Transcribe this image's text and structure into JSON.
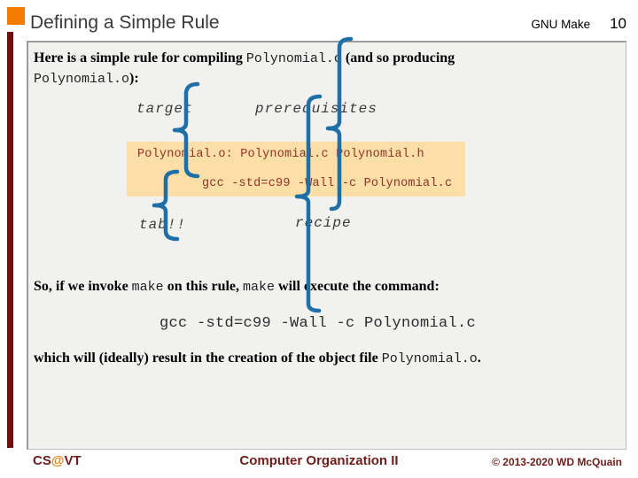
{
  "slide": {
    "title": "Defining a Simple Rule",
    "header_right": {
      "context": "GNU Make",
      "page": "10"
    },
    "intro": {
      "line1_serif": "Here is a simple rule for compiling ",
      "line1_code": "Polynomial.c",
      "line1_serif2": " (and so producing",
      "line2_code": "Polynomial.o",
      "line2_serif": "):"
    },
    "annotations": {
      "target": "target",
      "prerequisites": "prerequisites",
      "tab": "tab!!",
      "recipe": "recipe"
    },
    "rule_box": {
      "target_line": "Polynomial.o: Polynomial.c Polynomial.h",
      "recipe_line": "gcc -std=c99 -Wall -c Polynomial.c"
    },
    "invoke": {
      "part1": "So, if we invoke ",
      "code1": "make",
      "part2": " on this rule, ",
      "code2": "make",
      "part3": " will execute the command:"
    },
    "command": "gcc -std=c99 -Wall -c Polynomial.c",
    "result": {
      "part1": "which will (ideally) result in the creation of the object file ",
      "code1": "Polynomial.o",
      "part2": "."
    },
    "footer": {
      "left_cs": "CS",
      "left_at": "@",
      "left_vt": "VT",
      "center": "Computer Organization II",
      "right": "© 2013-2020 WD McQuain"
    },
    "colors": {
      "accent_blue": "#1E6FA8",
      "highlight_bg": "#FCDFA6",
      "code_red": "#8E332A",
      "maroon": "#6F1D1B",
      "orange": "#F47C00"
    }
  }
}
